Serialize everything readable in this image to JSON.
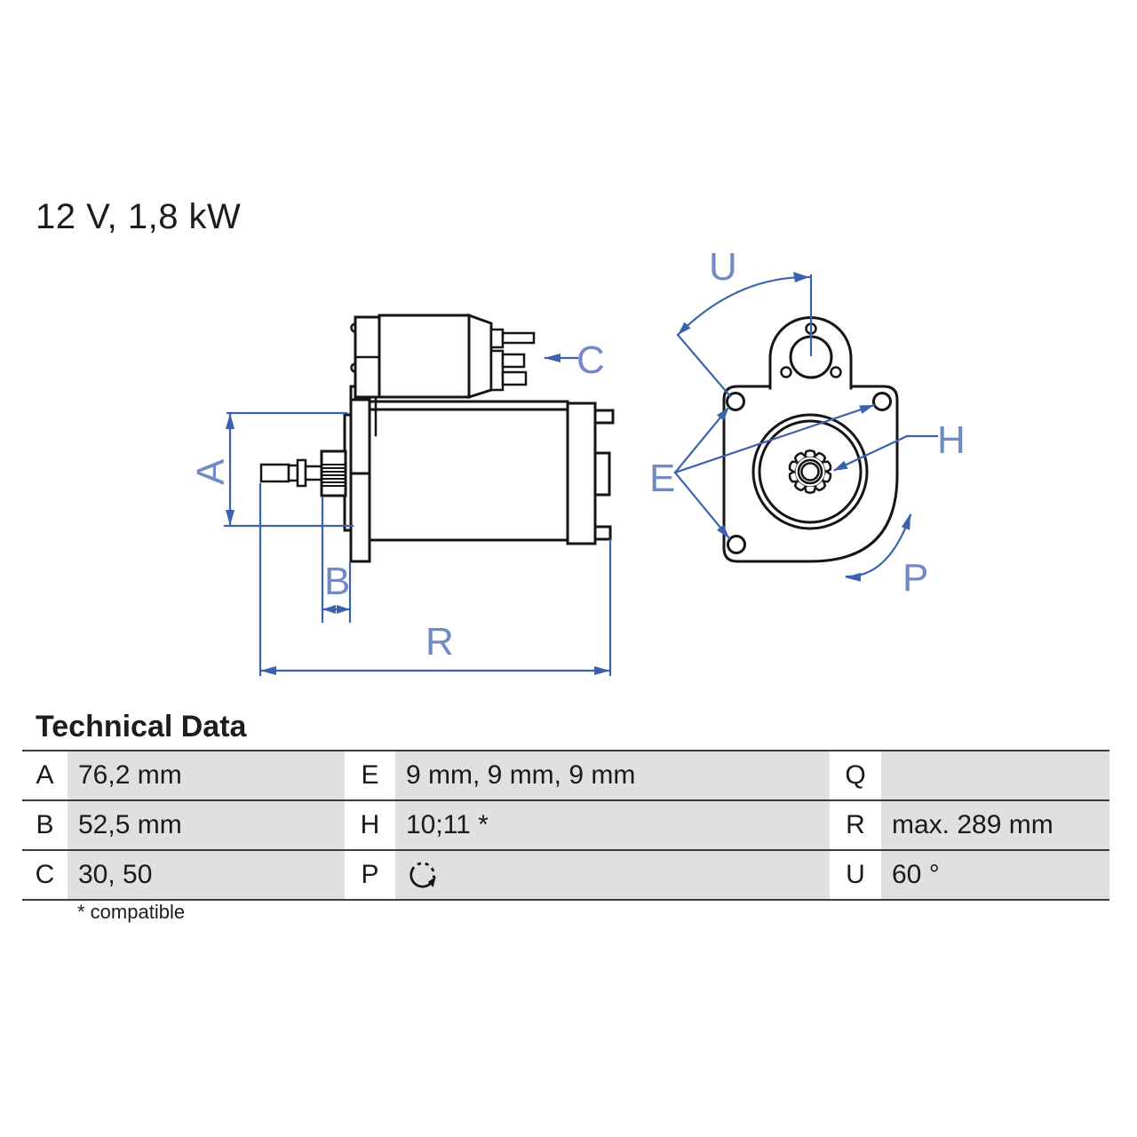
{
  "title": "12 V, 1,8 kW",
  "diagram": {
    "description": "starter-motor technical drawing, side view and front view",
    "labels": {
      "A": "A",
      "B": "B",
      "C": "C",
      "E": "E",
      "H": "H",
      "P": "P",
      "R": "R",
      "U": "U"
    },
    "colors": {
      "outline": "#151515",
      "dimension_line": "#3a62ae",
      "dimension_letter": "#7189c4"
    }
  },
  "table": {
    "heading": "Technical Data",
    "footnote": "* compatible",
    "p_icon": "rotation-direction-icon",
    "rows": [
      {
        "c1": "A",
        "v1": "76,2 mm",
        "c2": "E",
        "v2": "9 mm, 9 mm, 9 mm",
        "c3": "Q",
        "v3": ""
      },
      {
        "c1": "B",
        "v1": "52,5 mm",
        "c2": "H",
        "v2": "10;11 *",
        "c3": "R",
        "v3": "max. 289 mm"
      },
      {
        "c1": "C",
        "v1": "30, 50",
        "c2": "P",
        "v2": "",
        "c3": "U",
        "v3": "60 °"
      }
    ]
  }
}
